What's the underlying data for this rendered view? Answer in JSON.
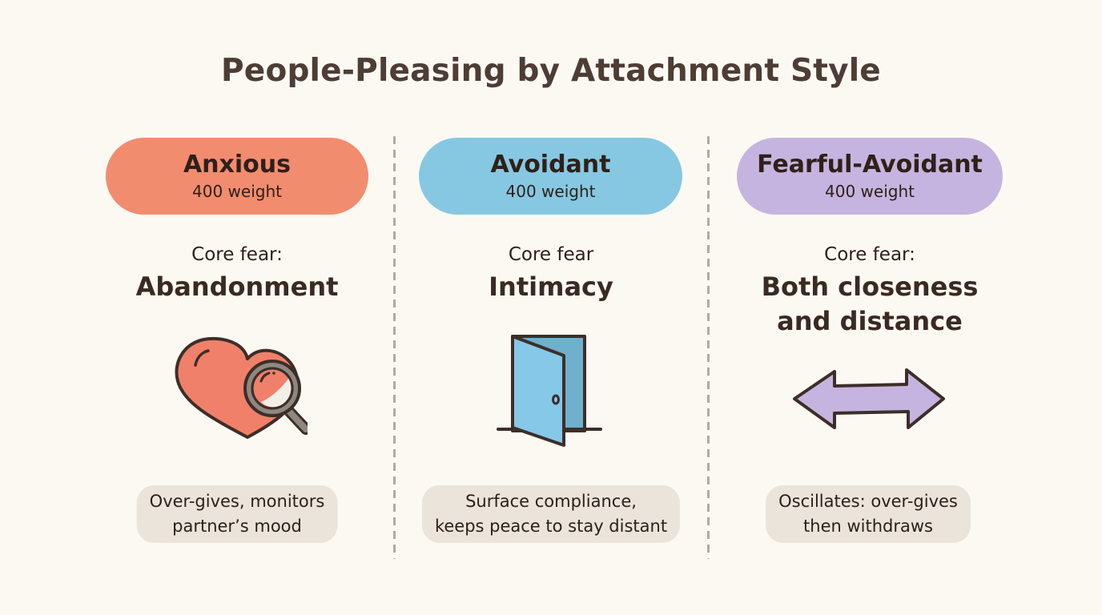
{
  "title": "People-Pleasing by Attachment Style",
  "colors": {
    "background": "#fcf9f3",
    "anxious": "#f28c6e",
    "avoidant": "#86c8e2",
    "fearful_avoidant": "#c6b4e0",
    "note_bubble": "#ebe4da",
    "divider": "#b2aaa2",
    "outline": "#3d2e28"
  },
  "columns": [
    {
      "name": "Anxious",
      "weight_label": "400 weight",
      "core_label": "Core fear:",
      "core_fear": "Abandonment",
      "icon": "heart-with-magnifying-glass-icon",
      "note_lines": [
        "Over-gives, monitors",
        "partner’s mood"
      ]
    },
    {
      "name": "Avoidant",
      "weight_label": "400 weight",
      "core_label": "Core fear",
      "core_fear": "Intimacy",
      "icon": "open-door-icon",
      "note_lines": [
        "Surface compliance,",
        "keeps peace to stay distant"
      ]
    },
    {
      "name": "Fearful-Avoidant",
      "weight_label": "400 weight",
      "core_label": "Core fear:",
      "core_fear_lines": [
        "Both closeness",
        "and distance"
      ],
      "icon": "double-headed-arrow-icon",
      "note_lines": [
        "Oscillates: over-gives",
        "then withdraws"
      ]
    }
  ]
}
